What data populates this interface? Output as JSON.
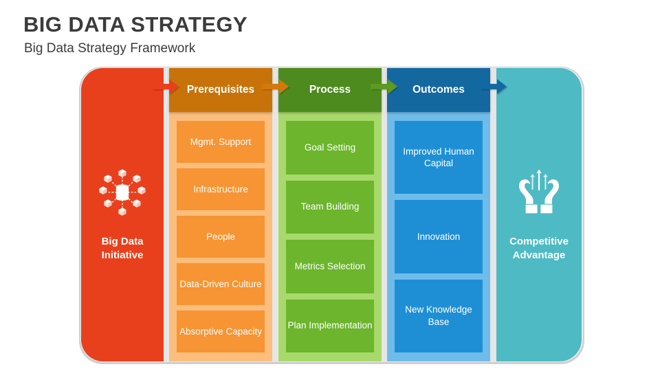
{
  "header": {
    "title": "BIG DATA STRATEGY",
    "subtitle": "Big Data Strategy Framework"
  },
  "colors": {
    "initiative_red": "#E8401C",
    "prereq_header_orange": "#C87309",
    "prereq_box_orange": "#F79433",
    "prereq_bg_orange": "#FBBE7C",
    "process_header_green": "#4E8B1E",
    "process_box_green": "#6CB52D",
    "process_bg_green": "#A8D96B",
    "outcomes_header_blue": "#1468A0",
    "outcomes_box_blue": "#1E8FD5",
    "outcomes_bg_blue": "#6FBCEA",
    "advantage_teal": "#4DBAC4",
    "title_gray": "#3B3B3B",
    "frame_gray": "#E9E9E9"
  },
  "start_column": {
    "label": "Big Data Initiative",
    "icon": "big-data-network-icon"
  },
  "end_column": {
    "label": "Competitive Advantage",
    "icon": "hands-with-growth-arrows-icon"
  },
  "stages": [
    {
      "header": "Prerequisites",
      "items": [
        "Mgmt. Support",
        "Infrastructure",
        "People",
        "Data-Driven Culture",
        "Absorptive Capacity"
      ]
    },
    {
      "header": "Process",
      "items": [
        "Goal Setting",
        "Team Building",
        "Metrics Selection",
        "Plan Implementation"
      ]
    },
    {
      "header": "Outcomes",
      "items": [
        "Improved Human Capital",
        "Innovation",
        "New Knowledge Base"
      ]
    }
  ],
  "arrows": [
    {
      "name": "arrow-initiative-to-prerequisites",
      "color": "#E8401C"
    },
    {
      "name": "arrow-prerequisites-to-process",
      "color": "#D2790B"
    },
    {
      "name": "arrow-process-to-outcomes",
      "color": "#5C9A22"
    },
    {
      "name": "arrow-outcomes-to-advantage",
      "color": "#1468A0"
    }
  ]
}
